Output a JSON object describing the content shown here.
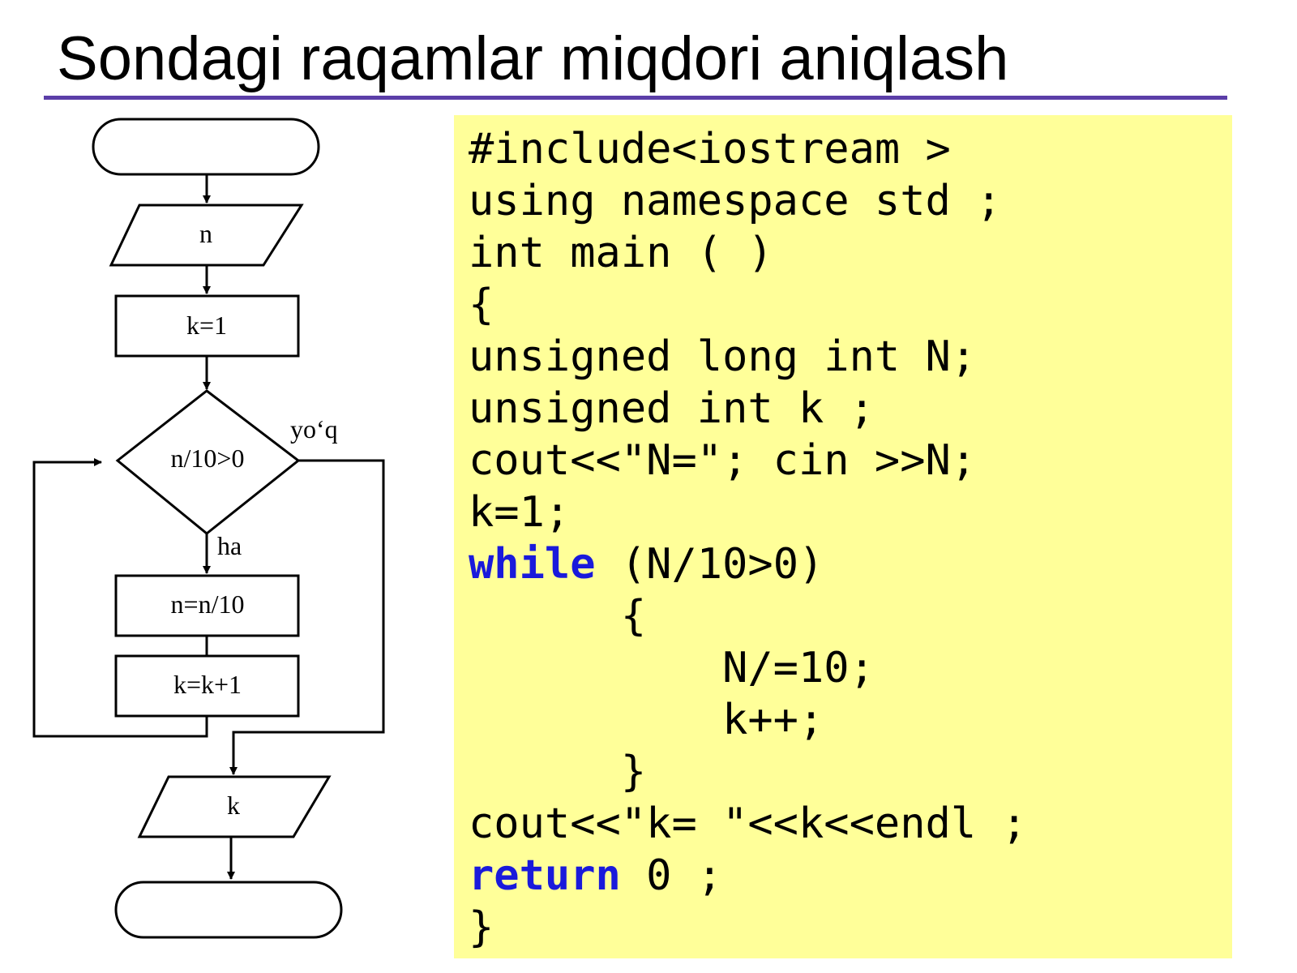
{
  "title": "Sondagi raqamlar miqdori aniqlash",
  "flowchart": {
    "input_label": "n",
    "init_label": "k=1",
    "condition_label": "n/10>0",
    "no_label": "yo‘q",
    "yes_label": "ha",
    "step1_label": "n=n/10",
    "step2_label": "k=k+1",
    "output_label": "k"
  },
  "code": {
    "lines": [
      {
        "pre": "#include<iostream >",
        "kw": "",
        "post": ""
      },
      {
        "pre": "using namespace std ;",
        "kw": "",
        "post": ""
      },
      {
        "pre": "int main ( )",
        "kw": "",
        "post": ""
      },
      {
        "pre": "{",
        "kw": "",
        "post": ""
      },
      {
        "pre": "unsigned long int N;",
        "kw": "",
        "post": ""
      },
      {
        "pre": "unsigned int k ;",
        "kw": "",
        "post": ""
      },
      {
        "pre": "cout<<\"N=\"; cin >>N;",
        "kw": "",
        "post": ""
      },
      {
        "pre": "k=1;",
        "kw": "",
        "post": ""
      },
      {
        "pre": "",
        "kw": "while",
        "post": " (N/10>0)"
      },
      {
        "pre": "      {",
        "kw": "",
        "post": ""
      },
      {
        "pre": "          N/=10;",
        "kw": "",
        "post": ""
      },
      {
        "pre": "          k++;",
        "kw": "",
        "post": ""
      },
      {
        "pre": "      }",
        "kw": "",
        "post": ""
      },
      {
        "pre": "cout<<\"k= \"<<k<<endl ;",
        "kw": "",
        "post": ""
      },
      {
        "pre": "",
        "kw": "return",
        "post": " 0 ;"
      },
      {
        "pre": "}",
        "kw": "",
        "post": ""
      }
    ]
  },
  "colors": {
    "title_rule": "#5b3ea8",
    "code_background": "#ffff99",
    "keyword": "#1a1adb"
  }
}
